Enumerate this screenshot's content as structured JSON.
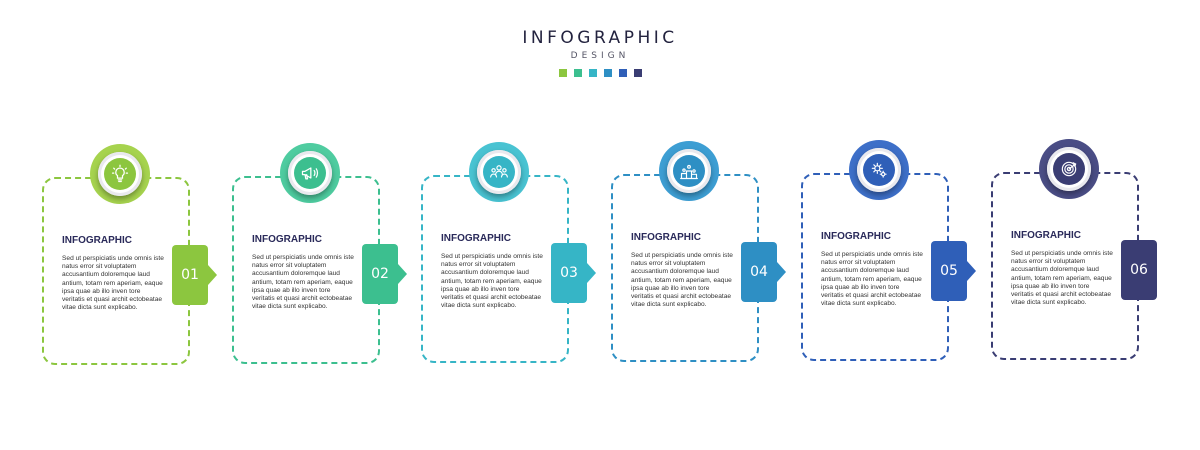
{
  "header": {
    "title": "INFOGRAPHIC",
    "subtitle": "DESIGN",
    "palette": [
      "#8cc63f",
      "#3cbf8f",
      "#36b5c6",
      "#2e8fc4",
      "#2f5fb8",
      "#3a3d73"
    ]
  },
  "steps": [
    {
      "number": "01",
      "heading": "INFOGRAPHIC",
      "text": "Sed ut perspiciatis unde omnis iste natus error sit voluptatem accusantium doloremque laud antium, totam rem aperiam, eaque ipsa quae ab illo inven tore veritatis et quasi archit ectobeatae vitae dicta sunt explicabo.",
      "icon": "lightbulb-icon",
      "color": "#8cc63f",
      "ring": "#a6d34e"
    },
    {
      "number": "02",
      "heading": "INFOGRAPHIC",
      "text": "Sed ut perspiciatis unde omnis iste natus error sit voluptatem accusantium doloremque laud antium, totam rem aperiam, eaque ipsa quae ab illo inven tore veritatis et quasi archit ectobeatae vitae dicta sunt explicabo.",
      "icon": "megaphone-icon",
      "color": "#3cbf8f",
      "ring": "#4fcca0"
    },
    {
      "number": "03",
      "heading": "INFOGRAPHIC",
      "text": "Sed ut perspiciatis unde omnis iste natus error sit voluptatem accusantium doloremque laud antium, totam rem aperiam, eaque ipsa quae ab illo inven tore veritatis et quasi archit ectobeatae vitae dicta sunt explicabo.",
      "icon": "team-icon",
      "color": "#36b5c6",
      "ring": "#49c3d2"
    },
    {
      "number": "04",
      "heading": "INFOGRAPHIC",
      "text": "Sed ut perspiciatis unde omnis iste natus error sit voluptatem accusantium doloremque laud antium, totam rem aperiam, eaque ipsa quae ab illo inven tore veritatis et quasi archit ectobeatae vitae dicta sunt explicabo.",
      "icon": "podium-icon",
      "color": "#2e8fc4",
      "ring": "#3d9ed3"
    },
    {
      "number": "05",
      "heading": "INFOGRAPHIC",
      "text": "Sed ut perspiciatis unde omnis iste natus error sit voluptatem accusantium doloremque laud antium, totam rem aperiam, eaque ipsa quae ab illo inven tore veritatis et quasi archit ectobeatae vitae dicta sunt explicabo.",
      "icon": "gears-icon",
      "color": "#2f5fb8",
      "ring": "#3d6fc8"
    },
    {
      "number": "06",
      "heading": "INFOGRAPHIC",
      "text": "Sed ut perspiciatis unde omnis iste natus error sit voluptatem accusantium doloremque laud antium, totam rem aperiam, eaque ipsa quae ab illo inven tore veritatis et quasi archit ectobeatae vitae dicta sunt explicabo.",
      "icon": "target-icon",
      "color": "#3a3d73",
      "ring": "#4a4d85"
    }
  ]
}
